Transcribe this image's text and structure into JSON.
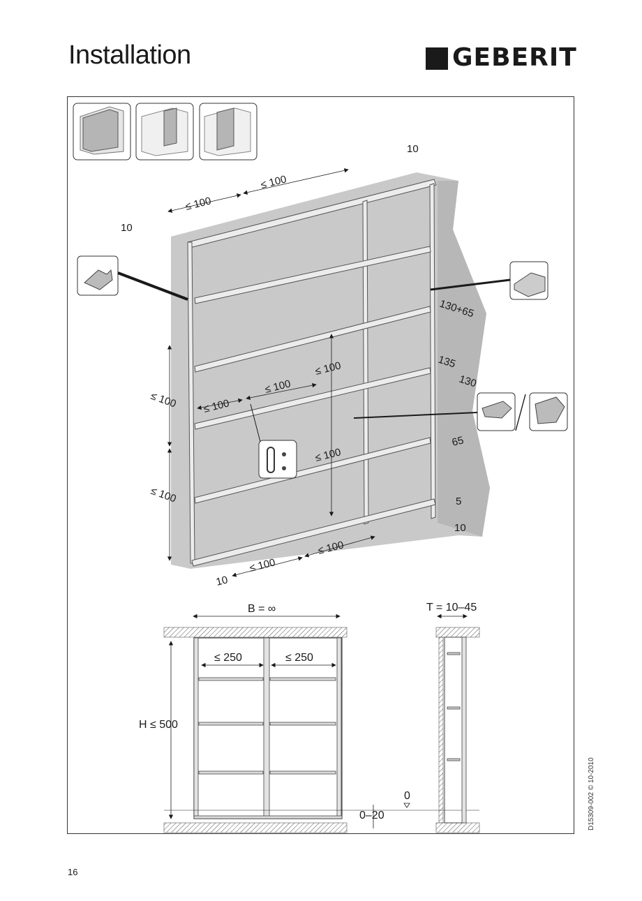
{
  "header": {
    "title": "Installation",
    "brand": "GEBERIT"
  },
  "iso_dims": {
    "top_right_10": "10",
    "top_le100_a": "≤ 100",
    "top_le100_b": "≤ 100",
    "top_left_10": "10",
    "right_130_65": "130+65",
    "right_135": "135",
    "right_130": "130",
    "right_65": "65",
    "right_5": "5",
    "right_10": "10",
    "mid_le100_a": "≤ 100",
    "mid_le100_b": "≤ 100",
    "mid_le100_c": "≤ 100",
    "mid_le100_d": "≤ 100",
    "left_le100_a": "≤ 100",
    "left_le100_b": "≤ 100",
    "bottom_le100_a": "≤ 100",
    "bottom_le100_b": "≤ 100",
    "bottom_10": "10"
  },
  "elevation_dims": {
    "width": "B = ∞",
    "span_a": "≤ 250",
    "span_b": "≤ 250",
    "height": "H ≤ 500",
    "zero": "0",
    "gap": "0–20",
    "depth": "T = 10–45"
  },
  "footer": {
    "doc_ref": "D15309-002 © 10-2010",
    "page_number": "16"
  }
}
